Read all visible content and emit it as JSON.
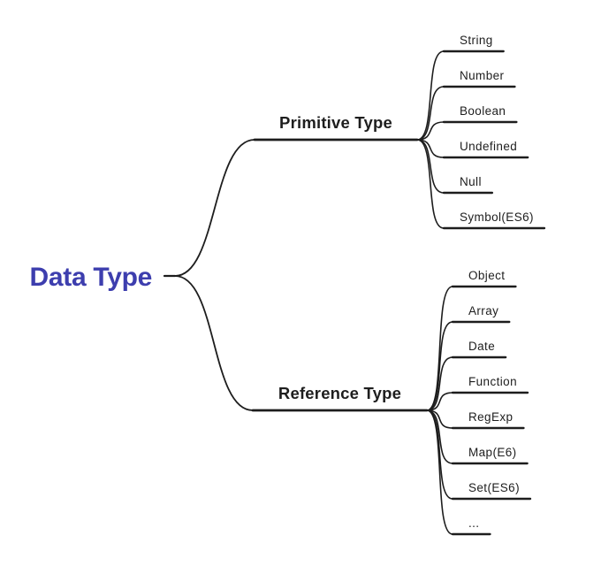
{
  "diagram": {
    "type": "mindmap",
    "background": "#ffffff",
    "line_color": "#1d1d1d",
    "text_color": "#1e1e1e",
    "accent_color": "#3d3eae",
    "root": {
      "label": "Data Type"
    },
    "branches": [
      {
        "label": "Primitive Type",
        "leaves": [
          "String",
          "Number",
          "Boolean",
          "Undefined",
          "Null",
          "Symbol(ES6)"
        ]
      },
      {
        "label": "Reference Type",
        "leaves": [
          "Object",
          "Array",
          "Date",
          "Function",
          "RegExp",
          "Map(E6)",
          "Set(ES6)",
          "..."
        ]
      }
    ]
  }
}
